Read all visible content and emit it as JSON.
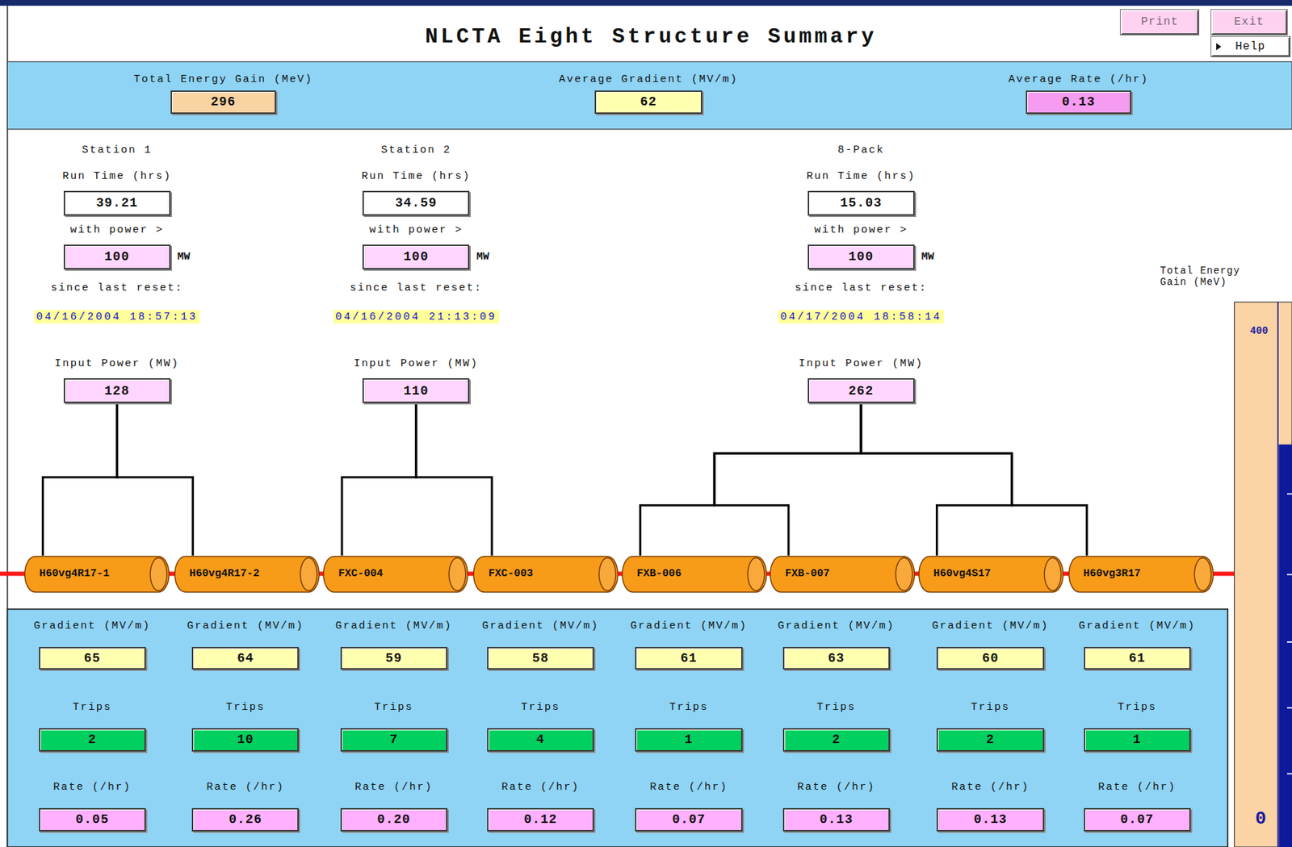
{
  "diagram": {
    "title": "NLCTA Eight Structure Summary",
    "nodes": [
      {
        "text": [
          "Print"
        ]
      },
      {
        "text": [
          "Exit"
        ]
      },
      {
        "text": [
          "Help"
        ]
      },
      {
        "text": [
          "Total Energy Gain (MeV)",
          "296"
        ]
      },
      {
        "text": [
          "Average Gradient (MV/m)",
          "62"
        ]
      },
      {
        "text": [
          "Average Rate (/hr)",
          "0.13"
        ]
      },
      {
        "text": [
          "Run Time (hrs)",
          "39.21"
        ]
      },
      {
        "text": [
          "with power >",
          "100",
          "MW"
        ]
      },
      {
        "text": [
          "Input Power (MW)",
          "128"
        ]
      },
      {
        "text": [
          "Run Time (hrs)",
          "34.59"
        ]
      },
      {
        "text": [
          "with power >",
          "100",
          "MW"
        ]
      },
      {
        "text": [
          "Input Power (MW)",
          "110"
        ]
      },
      {
        "text": [
          "Run Time (hrs)",
          "15.03"
        ]
      },
      {
        "text": [
          "with power >",
          "100",
          "MW"
        ]
      },
      {
        "text": [
          "Input Power (MW)",
          "262"
        ]
      },
      {
        "text": [
          "H60vg4R17-1"
        ]
      },
      {
        "text": [
          "H60vg4R17-2"
        ]
      },
      {
        "text": [
          "FXC-004"
        ]
      },
      {
        "text": [
          "FXC-003"
        ]
      },
      {
        "text": [
          "FXB-006"
        ]
      },
      {
        "text": [
          "FXB-007"
        ]
      },
      {
        "text": [
          "H60vg4S17"
        ]
      },
      {
        "text": [
          "H60vg3R17"
        ]
      },
      {
        "text": [
          "Gradient (MV/m)",
          "65"
        ]
      },
      {
        "text": [
          "Trips",
          "2"
        ]
      },
      {
        "text": [
          "Rate (/hr)",
          "0.05"
        ]
      },
      {
        "text": [
          "Gradient (MV/m)",
          "64"
        ]
      },
      {
        "text": [
          "Trips",
          "10"
        ]
      },
      {
        "text": [
          "Rate (/hr)",
          "0.26"
        ]
      },
      {
        "text": [
          "Gradient (MV/m)",
          "59"
        ]
      },
      {
        "text": [
          "Trips",
          "7"
        ]
      },
      {
        "text": [
          "Rate (/hr)",
          "0.20"
        ]
      },
      {
        "text": [
          "Gradient (MV/m)",
          "58"
        ]
      },
      {
        "text": [
          "Trips",
          "4"
        ]
      },
      {
        "text": [
          "Rate (/hr)",
          "0.12"
        ]
      },
      {
        "text": [
          "Gradient (MV/m)",
          "61"
        ]
      },
      {
        "text": [
          "Trips",
          "1"
        ]
      },
      {
        "text": [
          "Rate (/hr)",
          "0.07"
        ]
      },
      {
        "text": [
          "Gradient (MV/m)",
          "63"
        ]
      },
      {
        "text": [
          "Trips",
          "2"
        ]
      },
      {
        "text": [
          "Rate (/hr)",
          "0.13"
        ]
      },
      {
        "text": [
          "Gradient (MV/m)",
          "60"
        ]
      },
      {
        "text": [
          "Trips",
          "2"
        ]
      },
      {
        "text": [
          "Rate (/hr)",
          "0.13"
        ]
      },
      {
        "text": [
          "Gradient (MV/m)",
          "61"
        ]
      },
      {
        "text": [
          "Trips",
          "1"
        ]
      },
      {
        "text": [
          "Rate (/hr)",
          "0.07"
        ]
      }
    ],
    "edges": [
      {
        "from": 8,
        "to": 15,
        "arrow": "none"
      },
      {
        "from": 8,
        "to": 16,
        "arrow": "none"
      },
      {
        "from": 11,
        "to": 17,
        "arrow": "none"
      },
      {
        "from": 11,
        "to": 18,
        "arrow": "none"
      },
      {
        "from": 14,
        "to": 19,
        "arrow": "none"
      },
      {
        "from": 14,
        "to": 20,
        "arrow": "none"
      },
      {
        "from": 14,
        "to": 21,
        "arrow": "none"
      },
      {
        "from": 14,
        "to": 22,
        "arrow": "none"
      }
    ],
    "labels": [
      "Station 1",
      "since last reset:",
      "04/16/2004 18:57:13",
      "Station 2",
      "since last reset:",
      "04/16/2004 21:13:09",
      "8-Pack",
      "since last reset:",
      "04/17/2004 18:58:14",
      "Total Energy Gain (MeV)",
      "400",
      "0"
    ]
  }
}
